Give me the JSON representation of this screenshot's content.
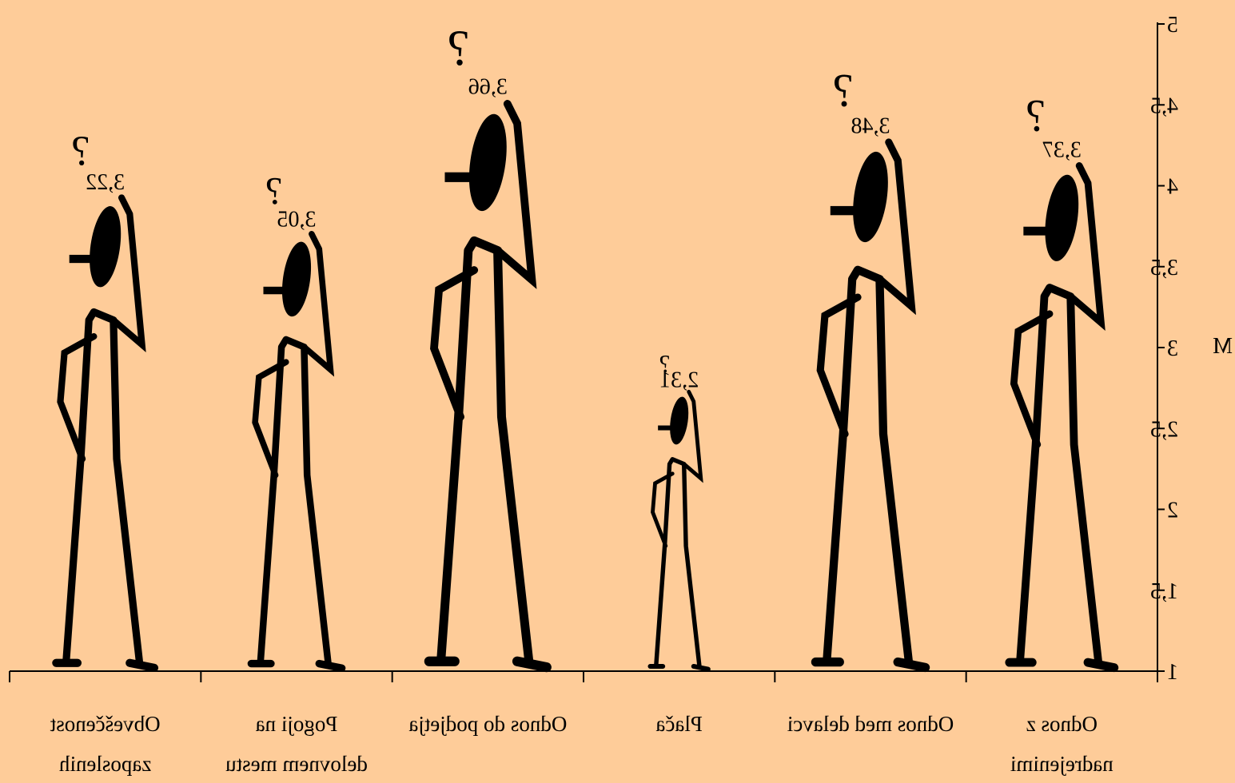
{
  "chart_data": {
    "type": "bar",
    "mirrored": true,
    "ylabel": "M",
    "ylim": [
      1,
      5
    ],
    "yticks": [
      "1",
      "1,5",
      "2",
      "2,5",
      "3",
      "3,5",
      "4",
      "4,5",
      "5"
    ],
    "categories": [
      [
        "Odnos z",
        "nadrejenimi"
      ],
      [
        "Odnos med delavci"
      ],
      [
        "Plača"
      ],
      [
        "Odnos do podjetja"
      ],
      [
        "Pogoji na",
        "delovnem mestu"
      ],
      [
        "Obveščenost",
        "zaposlenih"
      ]
    ],
    "values": [
      3.37,
      3.48,
      2.31,
      3.66,
      3.05,
      3.22
    ],
    "value_labels": [
      "3,37",
      "3,48",
      "2,31",
      "3,66",
      "3,05",
      "3,22"
    ],
    "bar_glyph": "thinking-stick-figure-icon",
    "glyph_char": "?"
  },
  "colors": {
    "background": "#fecc99",
    "ink": "#000000"
  }
}
